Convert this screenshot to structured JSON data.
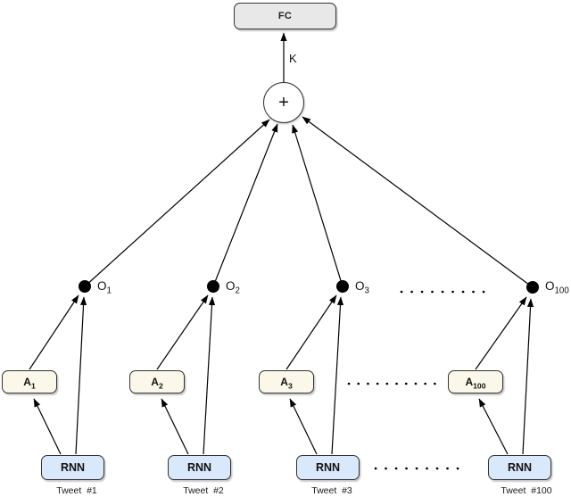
{
  "colors": {
    "fc-fill": "#E8E8E8",
    "a-fill": "#FBF8EA",
    "rnn-fill": "#DAE8FC",
    "border": "#333333",
    "line": "#000000",
    "text": "#111111"
  },
  "nodes": {
    "fc_label": "FC",
    "k_label": "K",
    "sum_label": "+"
  },
  "branches": [
    {
      "o": {
        "base": "O",
        "sub": "1"
      },
      "a": {
        "base": "A",
        "sub": "1"
      },
      "rnn_label": "RNN",
      "tweet_label": "Tweet  #1"
    },
    {
      "o": {
        "base": "O",
        "sub": "2"
      },
      "a": {
        "base": "A",
        "sub": "2"
      },
      "rnn_label": "RNN",
      "tweet_label": "Tweet  #2"
    },
    {
      "o": {
        "base": "O",
        "sub": "3"
      },
      "a": {
        "base": "A",
        "sub": "3"
      },
      "rnn_label": "RNN",
      "tweet_label": "Tweet  #3"
    },
    {
      "o": {
        "base": "O",
        "sub": "100"
      },
      "a": {
        "base": "A",
        "sub": "100"
      },
      "rnn_label": "RNN",
      "tweet_label": "Tweet  #100"
    }
  ]
}
